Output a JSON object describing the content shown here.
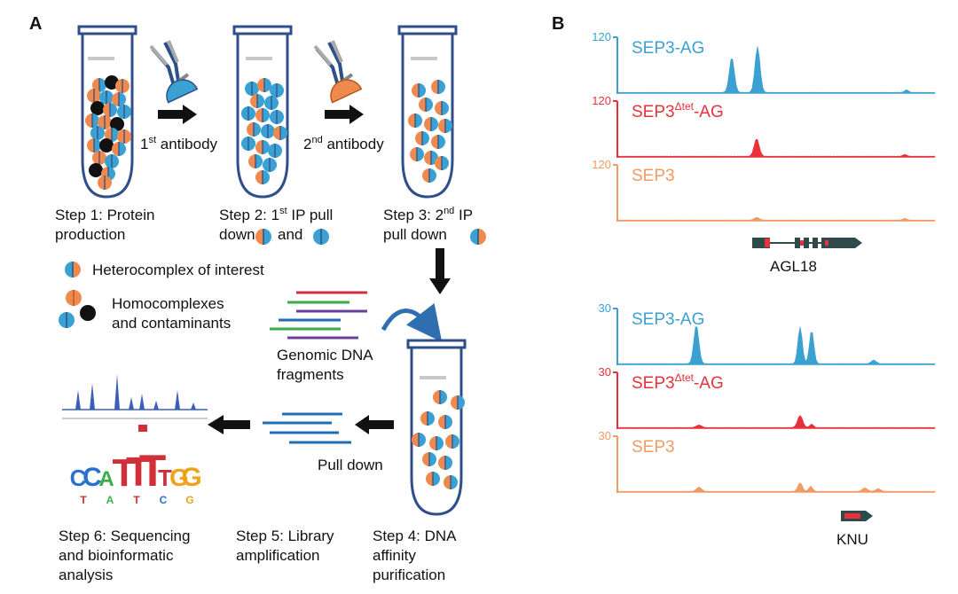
{
  "panel_a": {
    "label": "A",
    "antibody_1": {
      "main": "1",
      "sup": "st",
      "rest": " antibody"
    },
    "antibody_2": {
      "main": "2",
      "sup": "nd",
      "rest": " antibody"
    },
    "steps": {
      "step1": [
        "Step 1: Protein",
        "production"
      ],
      "step2": {
        "line1": "Step 2: 1",
        "line1_sup": "st",
        "line1_rest": " IP pull",
        "line2_a": "down",
        "line2_b": "and"
      },
      "step3": {
        "line1": "Step 3: 2",
        "line1_sup": "nd",
        "line1_rest": " IP",
        "line2": "pull down"
      },
      "step4": [
        "Step 4: DNA",
        "affinity",
        "purification"
      ],
      "step5": [
        "Step 5: Library",
        "amplification"
      ],
      "step6": [
        "Step 6: Sequencing",
        "and bioinformatic",
        "analysis"
      ]
    },
    "legend": {
      "heterocomplex": "Heterocomplex of interest",
      "homocomplexes": [
        "Homocomplexes",
        "and contaminants"
      ]
    },
    "genomic_dna": [
      "Genomic DNA",
      "fragments"
    ],
    "pull_down": "Pull down",
    "motif_letters": [
      "C",
      "C",
      "A",
      "T",
      "T",
      "T",
      "T",
      "G",
      "G"
    ],
    "colors": {
      "blue": "#3aa1d2",
      "orange": "#ee8a4e",
      "black": "#111111",
      "tube": "#2f4f8a",
      "red": "#d12f3a",
      "green": "#3aad48",
      "purple": "#6a3e99",
      "dnablue": "#1f6db5"
    }
  },
  "panel_b": {
    "label": "B",
    "groups": [
      {
        "gene": "AGL18",
        "tracks": [
          {
            "name": "SEP3-AG",
            "max": "120",
            "color": "#3aa1d2"
          },
          {
            "name": "SEP3",
            "sup": "Δtet",
            "rest": "-AG",
            "max": "120",
            "color": "#e8313a"
          },
          {
            "name": "SEP3",
            "max": "120",
            "color": "#f19a63"
          }
        ]
      },
      {
        "gene": "KNU",
        "tracks": [
          {
            "name": "SEP3-AG",
            "max": "30",
            "color": "#3aa1d2"
          },
          {
            "name": "SEP3",
            "sup": "Δtet",
            "rest": "-AG",
            "max": "30",
            "color": "#e8313a"
          },
          {
            "name": "SEP3",
            "max": "30",
            "color": "#f19a63"
          }
        ]
      }
    ]
  }
}
